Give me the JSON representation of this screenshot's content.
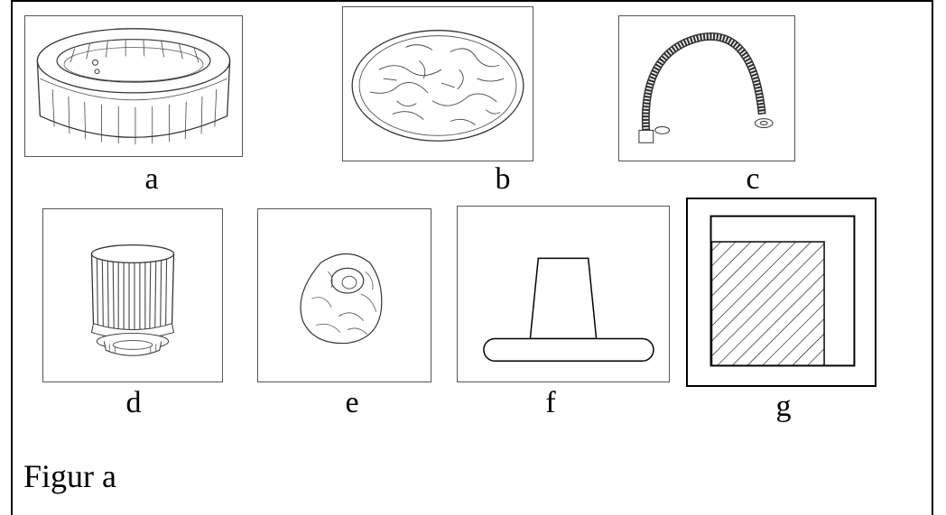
{
  "figure": {
    "caption": "Figur a",
    "panels": [
      {
        "label": "a",
        "icon": "spa-tub-icon"
      },
      {
        "label": "b",
        "icon": "ground-cloth-icon"
      },
      {
        "label": "c",
        "icon": "hose-icon"
      },
      {
        "label": "d",
        "icon": "filter-cartridge-icon"
      },
      {
        "label": "e",
        "icon": "repair-patch-icon"
      },
      {
        "label": "f",
        "icon": "inflation-adapter-icon"
      },
      {
        "label": "g",
        "icon": "floor-tile-icon"
      }
    ]
  }
}
